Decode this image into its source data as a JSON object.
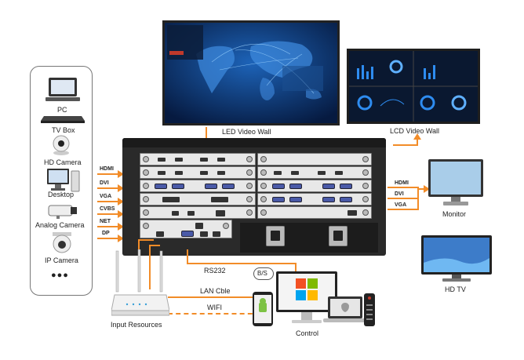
{
  "sources": {
    "items": [
      {
        "label": "PC"
      },
      {
        "label": "TV Box"
      },
      {
        "label": "HD Camera"
      },
      {
        "label": "Desktop"
      },
      {
        "label": "Analog Camera"
      },
      {
        "label": "IP Camera"
      }
    ],
    "more": "●●●"
  },
  "inputs": [
    "HDMI",
    "DVI",
    "VGA",
    "CVBS",
    "NET",
    "DP"
  ],
  "outputs": [
    "HDMI",
    "DVI",
    "VGA"
  ],
  "displays": {
    "led": "LED Video Wall",
    "lcd": "LCD Video Wall",
    "monitor": "Monitor",
    "hdtv": "HD TV"
  },
  "control": {
    "rs232": "RS232",
    "bs": "B/S",
    "lan": "LAN Cble",
    "wifi": "WIFI",
    "input_resources": "Input Resources",
    "control": "Control"
  },
  "colors": {
    "arrow": "#f28c28",
    "led_bg": "#0b2a5e",
    "chassis": "#2a2a2a"
  }
}
